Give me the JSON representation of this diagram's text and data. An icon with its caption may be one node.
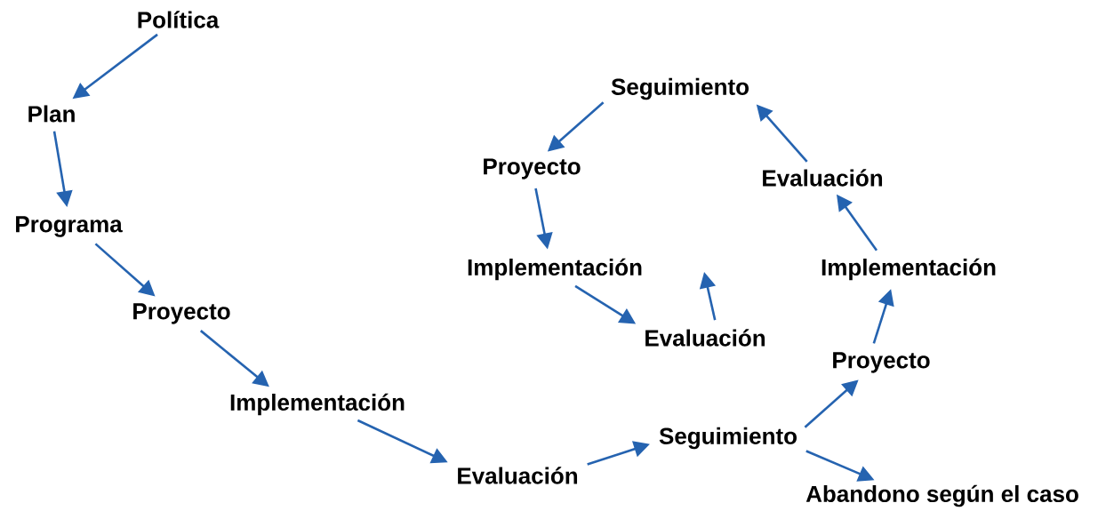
{
  "diagram": {
    "nodes": [
      {
        "text": [
          "Política"
        ]
      },
      {
        "text": [
          "Plan"
        ]
      },
      {
        "text": [
          "Programa"
        ]
      },
      {
        "text": [
          "Proyecto"
        ]
      },
      {
        "text": [
          "Implementación"
        ]
      },
      {
        "text": [
          "Evaluación"
        ]
      },
      {
        "text": [
          "Seguimiento"
        ]
      },
      {
        "text": [
          "Abandono según el caso"
        ]
      },
      {
        "text": [
          "Proyecto"
        ]
      },
      {
        "text": [
          "Implementación"
        ]
      },
      {
        "text": [
          "Evaluación"
        ]
      },
      {
        "text": [
          "Seguimiento"
        ]
      },
      {
        "text": [
          "Proyecto"
        ]
      },
      {
        "text": [
          "Implementación"
        ]
      },
      {
        "text": [
          "Evaluación"
        ]
      }
    ],
    "edges": [
      {
        "from": 0,
        "to": 1,
        "arrow": "to"
      },
      {
        "from": 1,
        "to": 2,
        "arrow": "to"
      },
      {
        "from": 2,
        "to": 3,
        "arrow": "to"
      },
      {
        "from": 3,
        "to": 4,
        "arrow": "to"
      },
      {
        "from": 4,
        "to": 5,
        "arrow": "to"
      },
      {
        "from": 5,
        "to": 6,
        "arrow": "to"
      },
      {
        "from": 6,
        "to": 8,
        "arrow": "to"
      },
      {
        "from": 6,
        "to": 7,
        "arrow": "to"
      },
      {
        "from": 8,
        "to": 9,
        "arrow": "to"
      },
      {
        "from": 9,
        "to": 10,
        "arrow": "to"
      },
      {
        "from": 10,
        "to": 11,
        "arrow": "to"
      },
      {
        "from": 11,
        "to": 12,
        "arrow": "to"
      },
      {
        "from": 12,
        "to": 13,
        "arrow": "to"
      },
      {
        "from": 13,
        "to": 14,
        "arrow": "to"
      },
      {
        "from": 14,
        "to": null,
        "arrow": "to"
      }
    ]
  }
}
